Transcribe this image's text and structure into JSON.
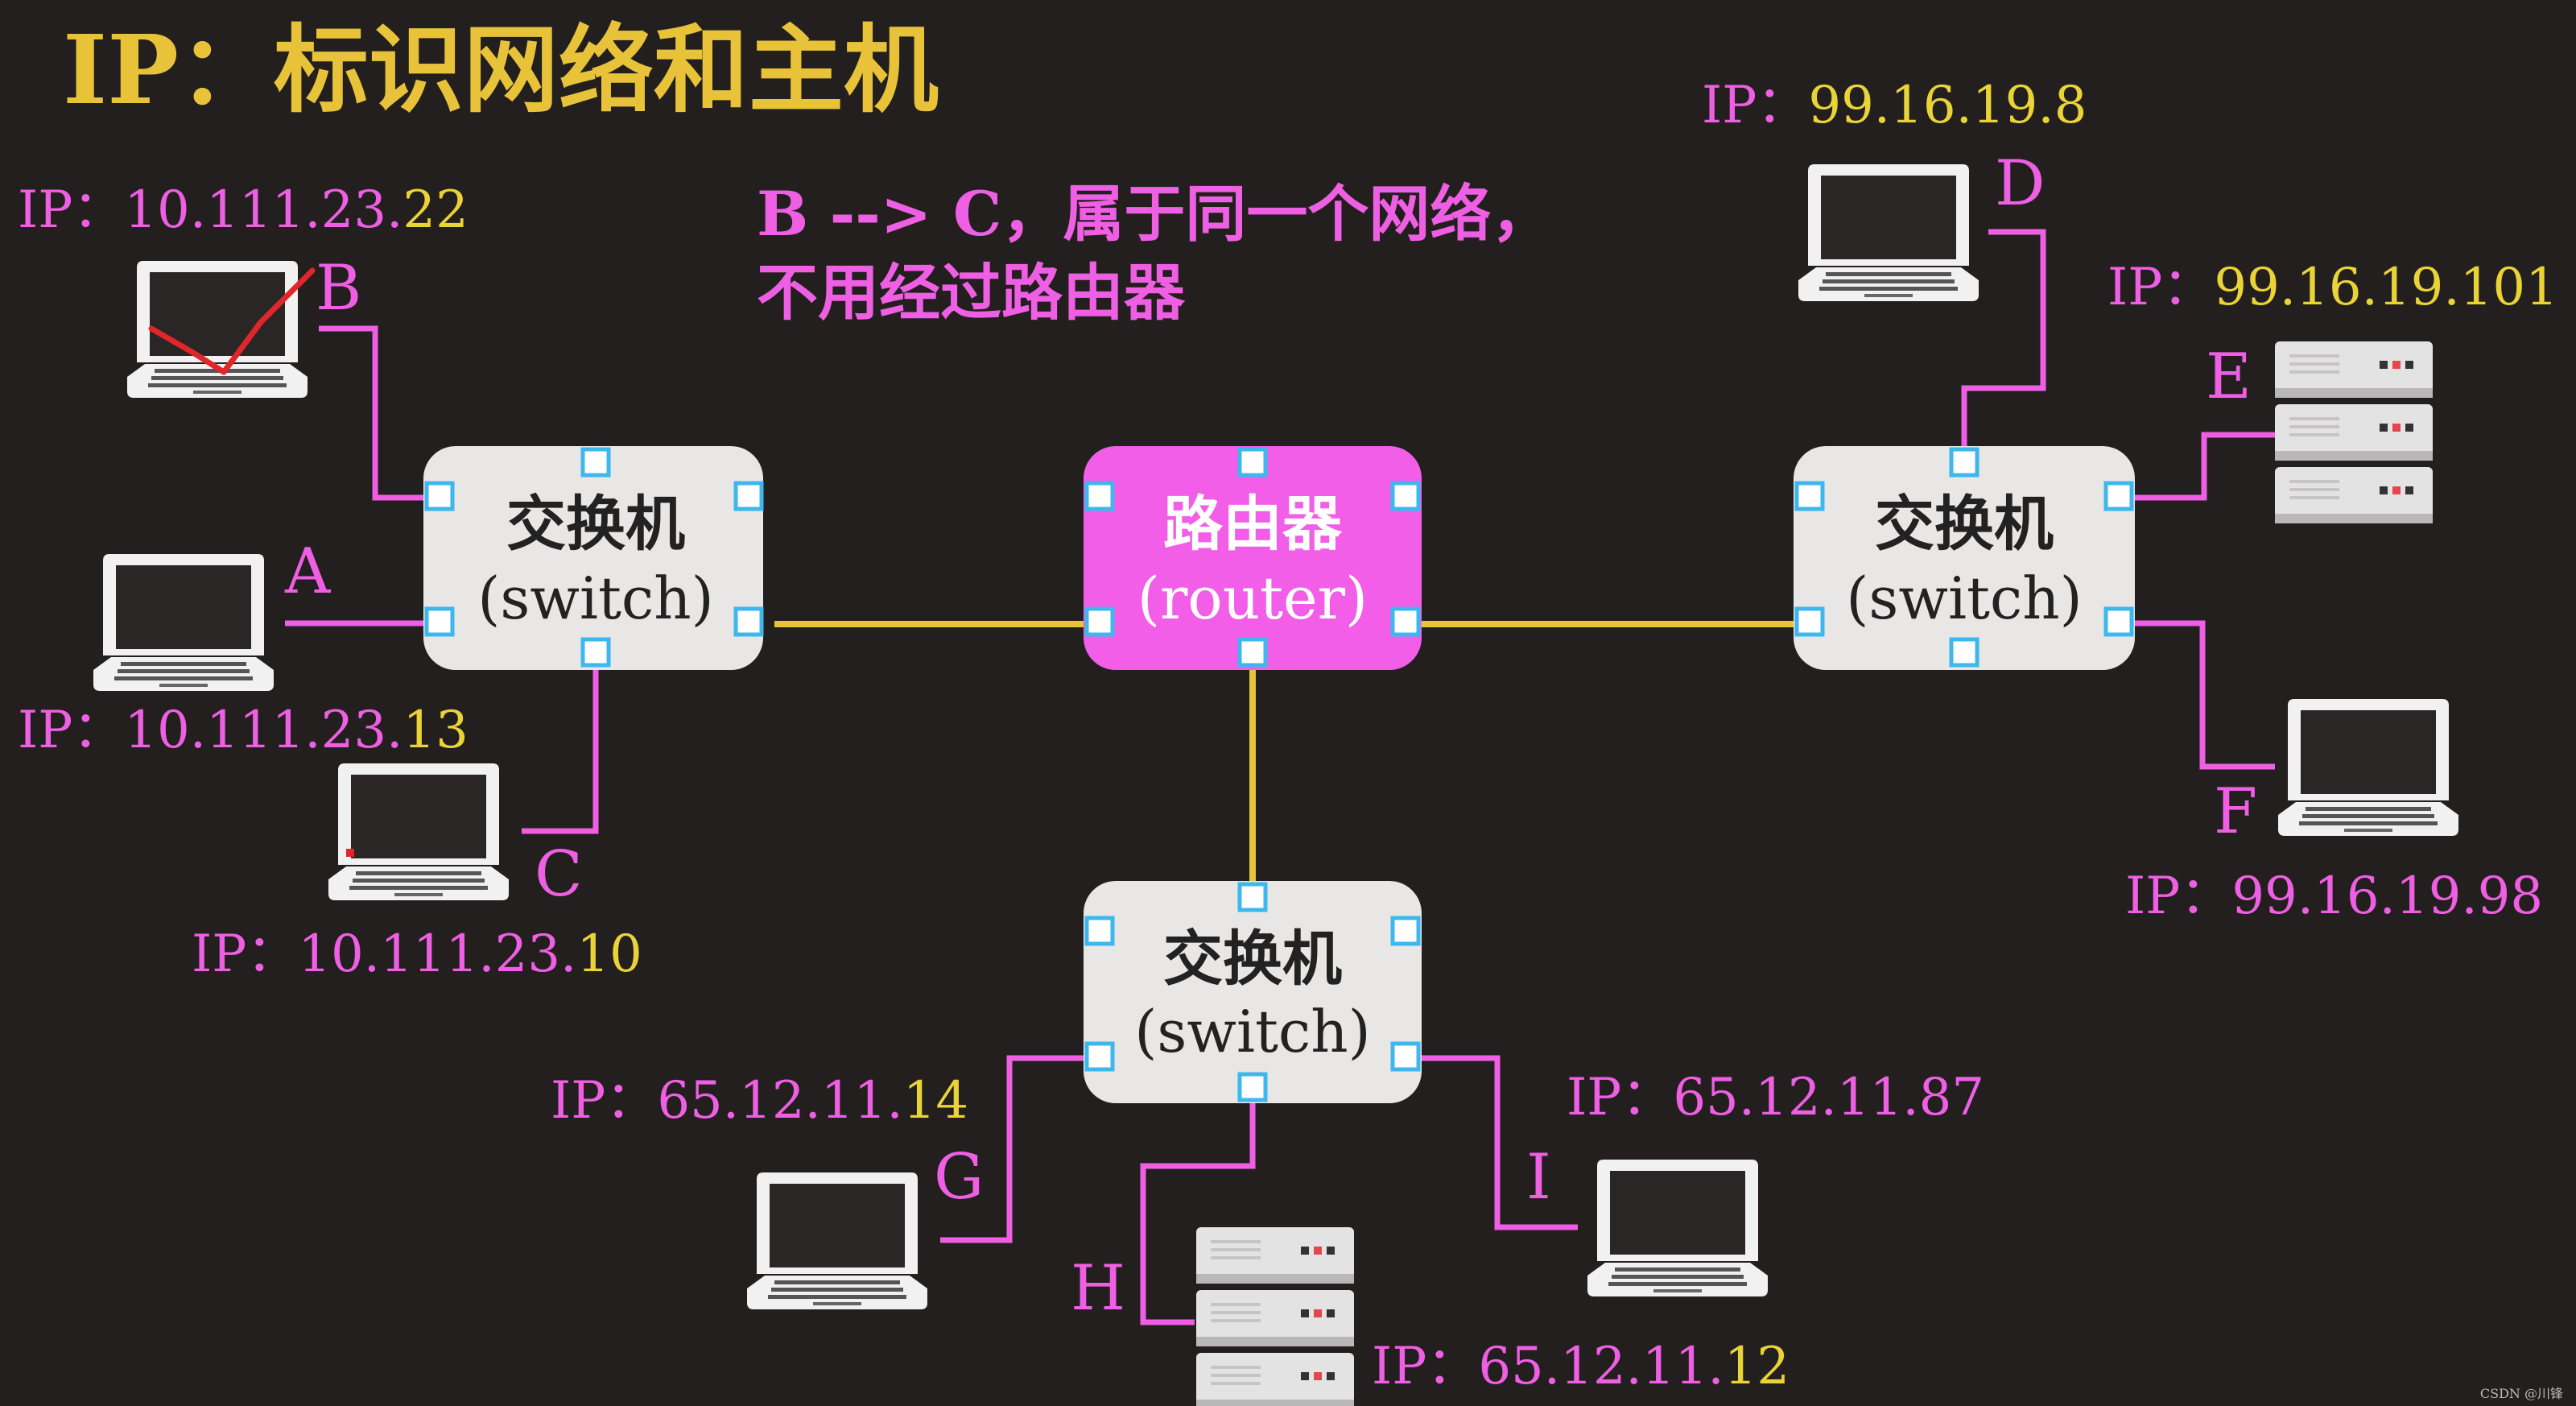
{
  "title": "IP：标识网络和主机",
  "annotation": {
    "line1": "B --> C，属于同一个网络，",
    "line2": "不用经过路由器"
  },
  "router": {
    "name": "路由器",
    "sub": "(router)",
    "fill": "#f25ee8"
  },
  "switch_label": {
    "name": "交换机",
    "sub": "(switch)",
    "fill": "#e9e6e6"
  },
  "colors": {
    "background": "#231f1e",
    "pink": "#ee5fe3",
    "yellow": "#e9d337",
    "gold": "#e8c33a",
    "handle": "#3cb8ee"
  },
  "hosts": [
    {
      "id": "A",
      "letter": "A",
      "ip_prefix": "IP：10.111.23.",
      "ip_suffix": "13",
      "kind": "laptop"
    },
    {
      "id": "B",
      "letter": "B",
      "ip_prefix": "IP：10.111.23.",
      "ip_suffix": "22",
      "kind": "laptop"
    },
    {
      "id": "C",
      "letter": "C",
      "ip_prefix": "IP：10.111.23.",
      "ip_suffix": "10",
      "kind": "laptop"
    },
    {
      "id": "D",
      "letter": "D",
      "ip_prefix": "IP：",
      "ip_suffix": "99.16.19.8",
      "kind": "laptop"
    },
    {
      "id": "E",
      "letter": "E",
      "ip_prefix": "IP：",
      "ip_suffix": "99.16.19.101",
      "kind": "server"
    },
    {
      "id": "F",
      "letter": "F",
      "ip_prefix": "IP：99.16.19.98",
      "ip_suffix": "",
      "kind": "laptop"
    },
    {
      "id": "G",
      "letter": "G",
      "ip_prefix": "IP：65.12.11.",
      "ip_suffix": "14",
      "kind": "laptop"
    },
    {
      "id": "H",
      "letter": "H",
      "ip_prefix": "IP：65.12.11.",
      "ip_suffix": "12",
      "kind": "server"
    },
    {
      "id": "I",
      "letter": "I",
      "ip_prefix": "IP：65.12.11.87",
      "ip_suffix": "",
      "kind": "laptop"
    }
  ],
  "watermark": "CSDN @川锋"
}
